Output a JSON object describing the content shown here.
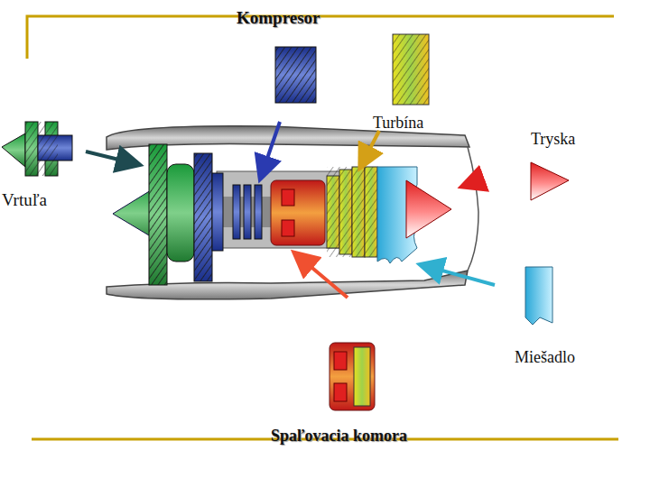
{
  "diagram": {
    "labels": [
      "Kompresor",
      "Turbína",
      "Tryska",
      "Vrtuľa",
      "Miešadlo",
      "Spaľovacia komora"
    ]
  }
}
